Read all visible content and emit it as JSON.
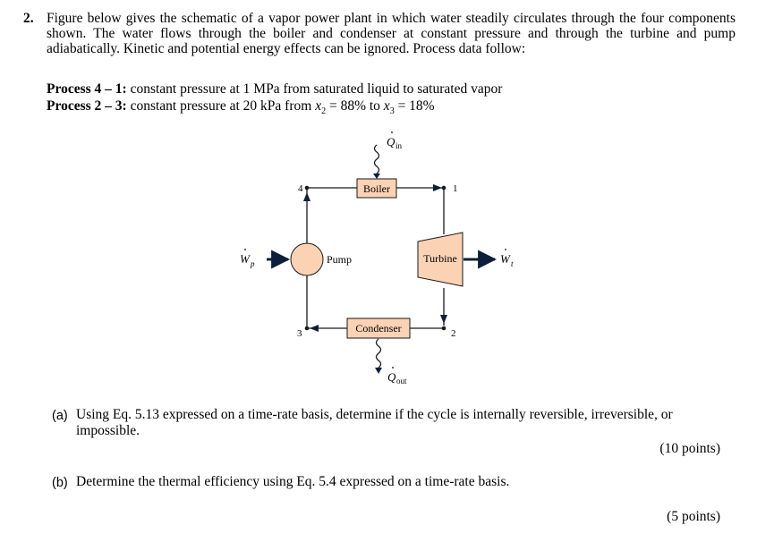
{
  "question": {
    "number": "2.",
    "intro": "Figure below gives the schematic of a vapor power plant in which water steadily circulates through the four components shown. The water flows through the boiler and condenser at constant pressure and through the turbine and pump adiabatically. Kinetic and potential energy effects can be ignored. Process data follow:",
    "process_41_label": "Process 4 – 1:",
    "process_41_text": " constant pressure at 1 MPa from saturated liquid to saturated vapor",
    "process_23_label": "Process 2 – 3:",
    "process_23_text_a": " constant pressure at 20 kPa from ",
    "process_23_x2": "x",
    "process_23_x2_sub": "2",
    "process_23_text_b": " = 88% to ",
    "process_23_x3": "x",
    "process_23_x3_sub": "3",
    "process_23_text_c": " = 18%"
  },
  "diagram": {
    "boiler_label": "Boiler",
    "turbine_label": "Turbine",
    "pump_label": "Pump",
    "condenser_label": "Condenser",
    "q_in": "Q",
    "q_in_sub": "in",
    "q_out": "Q",
    "q_out_sub": "out",
    "w_p": "W",
    "w_p_sub": "p",
    "w_t": "W",
    "w_t_sub": "t",
    "state_1": "1",
    "state_2": "2",
    "state_3": "3",
    "state_4": "4",
    "colors": {
      "component_fill": "#fbd2b4",
      "line": "#1a1a1a",
      "arrow": "#0d1f3c"
    }
  },
  "parts": {
    "a_label": "(a)",
    "a_text": "Using Eq. 5.13 expressed on a time-rate basis, determine if the cycle is internally reversible, irreversible, or impossible.",
    "a_points": "(10 points)",
    "b_label": "(b)",
    "b_text": "Determine the thermal efficiency using Eq. 5.4 expressed on a time-rate basis.",
    "b_points": "(5 points)"
  }
}
